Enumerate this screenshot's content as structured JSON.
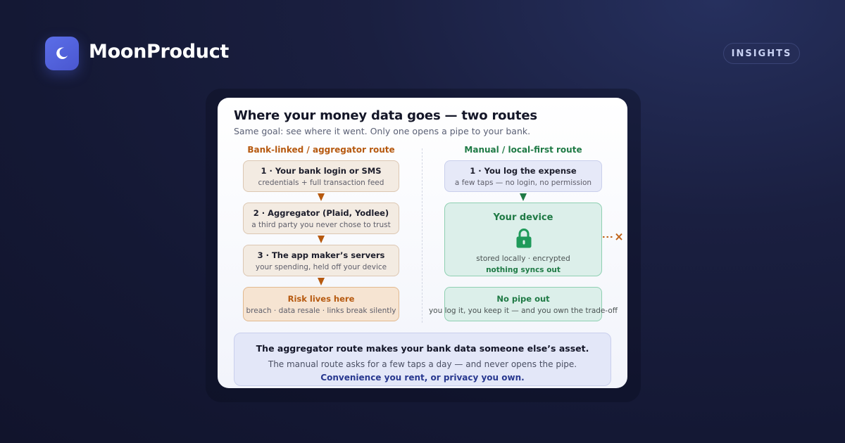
{
  "brand": {
    "name": "MoonProduct",
    "logo_icon": "crescent-moon-icon"
  },
  "badge": {
    "label": "INSIGHTS"
  },
  "card": {
    "title": "Where your money data goes — two routes",
    "subtitle": "Same goal: see where it went. Only one opens a pipe to your bank."
  },
  "left_route": {
    "heading": "Bank-linked / aggregator route",
    "steps": [
      {
        "title": "1 · Your bank login or SMS",
        "detail": "credentials + full transaction feed"
      },
      {
        "title": "2 · Aggregator (Plaid, Yodlee)",
        "detail": "a third party you never chose to trust"
      },
      {
        "title": "3 · The app maker’s servers",
        "detail": "your spending, held off your device"
      }
    ],
    "risk": {
      "title": "Risk lives here",
      "detail": "breach · data resale · links break silently"
    }
  },
  "right_route": {
    "heading": "Manual / local-first route",
    "step": {
      "title": "1 · You log the expense",
      "detail": "a few taps — no login, no permission"
    },
    "device": {
      "title": "Your device",
      "line1": "stored locally · encrypted",
      "line2": "nothing syncs out"
    },
    "result": {
      "title": "No pipe out",
      "detail": "you log it, you keep it — and you own the trade-off"
    }
  },
  "summary": {
    "headline": "The aggregator route makes your bank data someone else’s asset.",
    "body": "The manual route asks for a few taps a day — and never opens the pipe.",
    "tagline": "Convenience you rent, or privacy you own."
  },
  "colors": {
    "accent_orange": "#b6590f",
    "accent_green": "#1f7a45",
    "accent_blue": "#28388f",
    "logo_tile": "#4a57d0"
  }
}
